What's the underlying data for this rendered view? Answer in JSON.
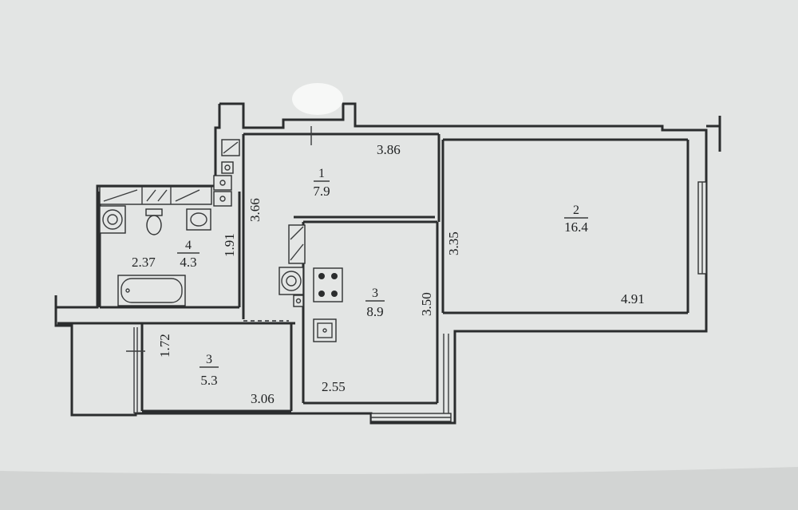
{
  "rooms": [
    {
      "id": "corridor",
      "number": "1",
      "area": "7.9"
    },
    {
      "id": "room",
      "number": "2",
      "area": "16.4"
    },
    {
      "id": "kitchen",
      "number": "3",
      "area": "8.9"
    },
    {
      "id": "loggia",
      "number": "3",
      "area": "5.3"
    },
    {
      "id": "bathroom",
      "number": "4",
      "area": "4.3"
    }
  ],
  "dimensions": {
    "corridor_width": "3.86",
    "corridor_length": "3.66",
    "room_height": "3.35",
    "room_width": "4.91",
    "kitchen_height": "3.50",
    "kitchen_width": "2.55",
    "bath_width": "2.37",
    "bath_height": "1.91",
    "loggia_height": "1.72",
    "loggia_width": "3.06"
  },
  "colors": {
    "paper": "#e4e6e5",
    "background": "#cfd1d0",
    "ink": "#2b2d2e"
  }
}
